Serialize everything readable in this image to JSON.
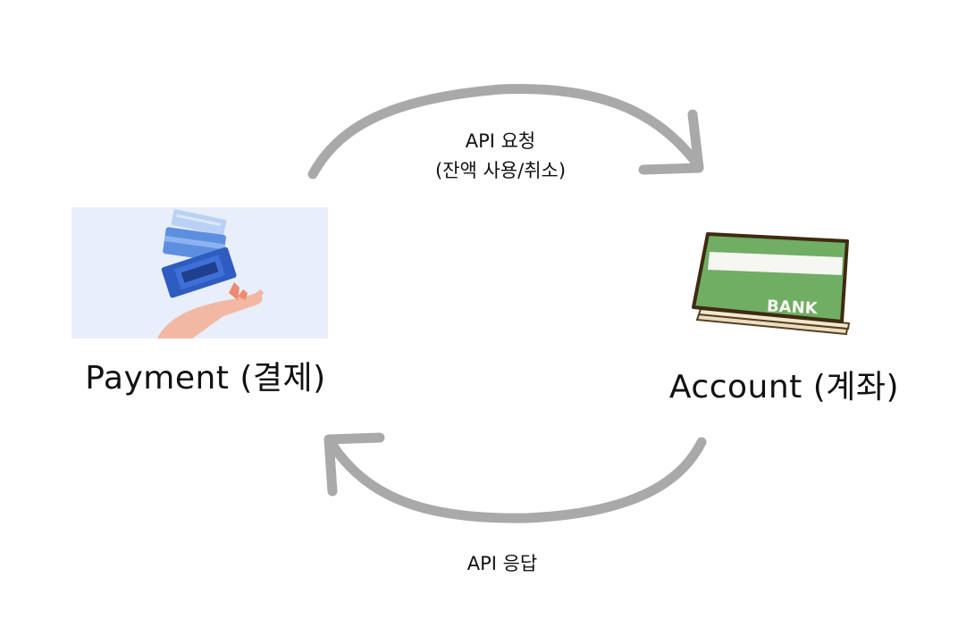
{
  "nodes": {
    "payment": {
      "label": "Payment (결제)",
      "icon": "card-payment-hand-icon"
    },
    "account": {
      "label": "Account (계좌)",
      "icon": "bank-book-icon",
      "bank_text": "BANK"
    }
  },
  "edges": {
    "request": {
      "line1": "API 요청",
      "line2": "(잔액 사용/취소)"
    },
    "response": {
      "label": "API 응답"
    }
  },
  "colors": {
    "arrow": "#a9a9a9",
    "payment_bg": "#e8eefa",
    "card_blue": "#3f6fd0",
    "card_light": "#9cc0f2",
    "hand": "#f2b8a4",
    "bank_green": "#6fae63",
    "bank_cover": "#5a3f20"
  }
}
